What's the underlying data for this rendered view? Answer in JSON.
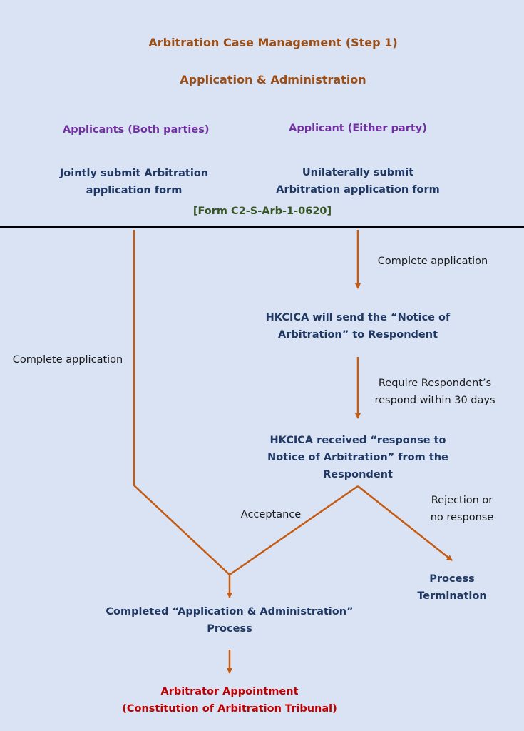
{
  "header": {
    "title": "Arbitration Case Management (Step 1)",
    "subtitle": "Application & Administration"
  },
  "left_branch": {
    "party": "Applicants (Both parties)",
    "action_line1": "Jointly submit Arbitration",
    "action_line2": "application form"
  },
  "right_branch": {
    "party": "Applicant (Either party)",
    "action_line1": "Unilaterally submit",
    "action_line2": "Arbitration application form"
  },
  "form_ref": "[Form C2-S-Arb-1-0620]",
  "labels": {
    "left_complete": "Complete application",
    "right_complete": "Complete application",
    "require_line1": "Require Respondent’s",
    "require_line2": "respond within 30 days",
    "acceptance": "Acceptance",
    "rejection_line1": "Rejection or",
    "rejection_line2": "no response"
  },
  "nodes": {
    "notice_line1": "HKCICA will send the “Notice of",
    "notice_line2": "Arbitration” to Respondent",
    "received_line1": "HKCICA received “response to",
    "received_line2": "Notice of Arbitration” from the",
    "received_line3": "Respondent",
    "termination_line1": "Process",
    "termination_line2": "Termination",
    "completed_line1": "Completed “Application & Administration”",
    "completed_line2": "Process",
    "appointment_line1": "Arbitrator Appointment",
    "appointment_line2": "(Constitution of Arbitration Tribunal)"
  },
  "colors": {
    "background": "#dae3f3",
    "arrow": "#c55a11",
    "divider": "#000000"
  }
}
